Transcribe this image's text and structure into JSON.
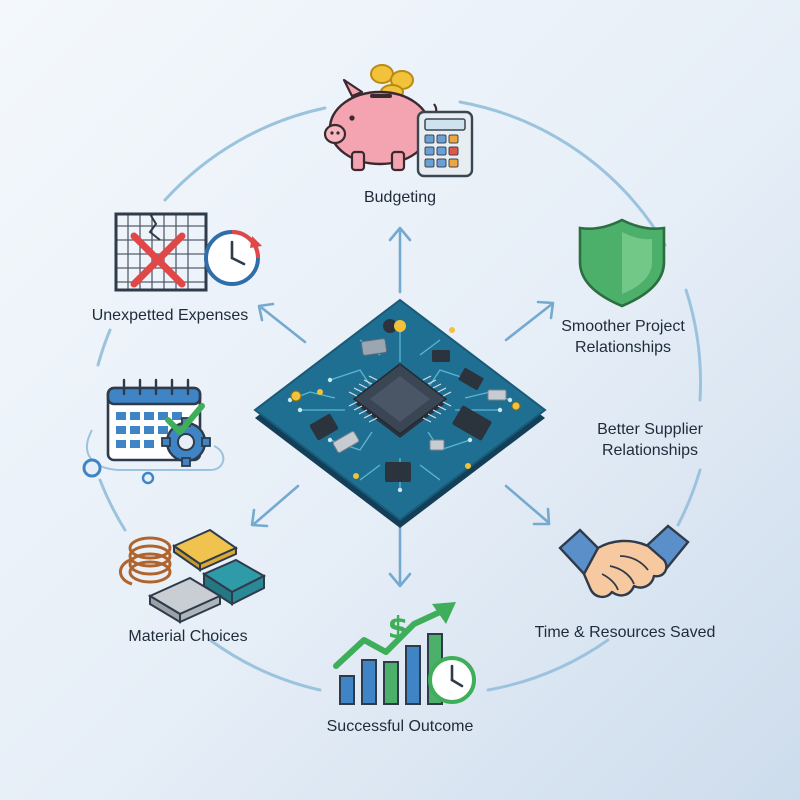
{
  "nodes": {
    "budgeting": {
      "label": "Budgeting",
      "icon": "piggy-bank-calculator-icon"
    },
    "unexpected_expenses": {
      "label": "Unexpetted Expenses",
      "icon": "broken-fence-clock-icon"
    },
    "smoother_project": {
      "label_lines": [
        "Smoother Project",
        "Relationships"
      ],
      "icon": "shield-icon"
    },
    "better_supplier": {
      "label_lines": [
        "Better Supplier",
        "Relationships"
      ]
    },
    "scheduling": {
      "icon": "calendar-gear-icon"
    },
    "material_choices": {
      "label": "Material Choices",
      "icon": "materials-icon"
    },
    "time_resources": {
      "label": "Time & Resources Saved",
      "icon": "handshake-icon"
    },
    "successful_outcome": {
      "label": "Successful Outcome",
      "icon": "growth-chart-clock-icon"
    }
  },
  "center": {
    "icon": "circuit-board-icon"
  },
  "colors": {
    "ring": "#8fb9d8",
    "arrow": "#6fa6cf",
    "board": "#1f6f93",
    "chip": "#3a4552",
    "shield": "#4caf6a",
    "piggy": "#f4a3b0",
    "coin": "#f2c23a",
    "skin": "#f6c9a0",
    "sleeve": "#5b8fc9"
  }
}
